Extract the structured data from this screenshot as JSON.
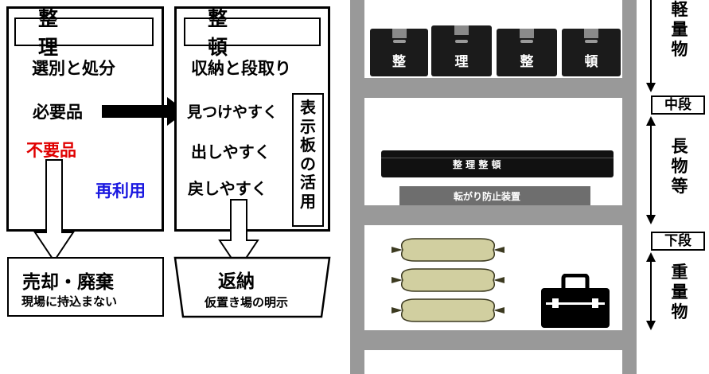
{
  "seiri": {
    "title": "整　理",
    "subtitle": "選別と処分",
    "necessary": "必要品",
    "unnecessary": "不要品",
    "reuse": "再利用",
    "result_main": "売却・廃棄",
    "result_sub": "現場に持込まない"
  },
  "seiton": {
    "title": "整　頓",
    "subtitle": "収納と段取り",
    "easy_find": "見つけやすく",
    "easy_take": "出しやすく",
    "easy_return": "戻しやすく",
    "sign_board": [
      "表",
      "示",
      "板",
      "の",
      "活",
      "用"
    ],
    "result_main": "返納",
    "result_sub": "仮置き場の明示"
  },
  "shelf": {
    "crates": [
      "整",
      "理",
      "整",
      "頓"
    ],
    "long_item_label": "整 理 整 頓",
    "anti_roll_label": "転がり防止装置"
  },
  "levels": {
    "top": [
      "軽",
      "量",
      "物"
    ],
    "middle_label": "中段",
    "middle": [
      "長",
      "物",
      "等"
    ],
    "bottom_label": "下段",
    "bottom": [
      "重",
      "量",
      "物"
    ]
  }
}
